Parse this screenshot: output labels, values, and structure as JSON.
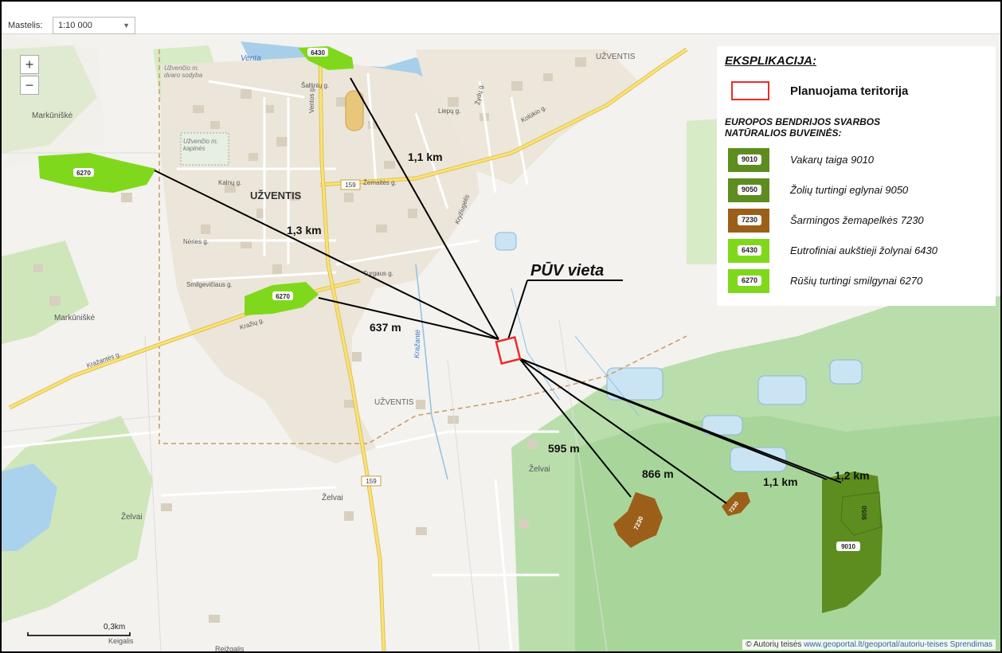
{
  "toolbar": {
    "scale_label": "Mastelis:",
    "scale_value": "1:10 000"
  },
  "zoom": {
    "in": "+",
    "out": "−"
  },
  "legend": {
    "title": "EKSPLIKACIJA:",
    "planned_label": "Planuojama teritorija",
    "planned_color": "#ee2a2a",
    "group_title": "EUROPOS BENDRIJOS SVARBOS\nNATŪRALIOS BUVEINĖS:",
    "items": [
      {
        "code": "9010",
        "label": "Vakarų taiga 9010",
        "color": "#5d8d1f"
      },
      {
        "code": "9050",
        "label": "Žolių turtingi eglynai 9050",
        "color": "#5d8d1f"
      },
      {
        "code": "7230",
        "label": "Šarmingos žemapelkės 7230",
        "color": "#9b5f1a"
      },
      {
        "code": "6430",
        "label": "Eutrofiniai aukštieji žolynai 6430",
        "color": "#80d81c"
      },
      {
        "code": "6270",
        "label": "Rūšių turtingi smilgynai 6270",
        "color": "#80d81c"
      }
    ]
  },
  "map": {
    "site_label": "PŪV vieta",
    "habitat_codes": {
      "h_6270_west": "6270",
      "h_6270_mid": "6270",
      "h_6430": "6430",
      "h_7230_a": "7230",
      "h_7230_b": "7230",
      "h_9050": "9050",
      "h_9010": "9010"
    },
    "distances": {
      "d_6430": "1,1 km",
      "d_6270_west": "1,3 km",
      "d_6270_mid": "637 m",
      "d_7230_a": "595 m",
      "d_7230_b": "866 m",
      "d_9050": "1,1 km",
      "d_9010": "1,2 km"
    },
    "places": {
      "uzventis_main": "UŽVENTIS",
      "uzventis_ne": "UŽVENTIS",
      "uzventis_s": "UŽVENTIS",
      "markuniske": "Markūniškė",
      "markuniske2": "Markūniškė",
      "zelvai": "Želvai",
      "zelvai2": "Želvai",
      "zelvai3": "Želvai",
      "keigalis": "Keigalis",
      "reizgalis": "Reižgalis",
      "venta": "Venta",
      "krazante": "Kražantė",
      "kryziugelis": "Kryžiugėlis",
      "uzventis_manor": "Užvenčio m.\ndvaro sodyba",
      "uzventis_cemetery": "Užvenčio m.\nkapinės"
    },
    "streets": [
      "Ventos g.",
      "Kalnų g.",
      "Žemaitės g.",
      "Turgaus g.",
      "Smilgevičiaus g.",
      "Kražių g.",
      "Kražantės g.",
      "Kolūkio g.",
      "Šaltinių g.",
      "Liepų g.",
      "Žydų g.",
      "Nėries g."
    ],
    "road_numbers": {
      "r159a": "159",
      "r159b": "159"
    }
  },
  "scalebar": {
    "label": "0,3km"
  },
  "attribution": {
    "prefix": "© Autorių teisės",
    "link_text": "www.geoportal.lt/geoportal/autoriu-teises",
    "suffix": "Sprendimas"
  }
}
